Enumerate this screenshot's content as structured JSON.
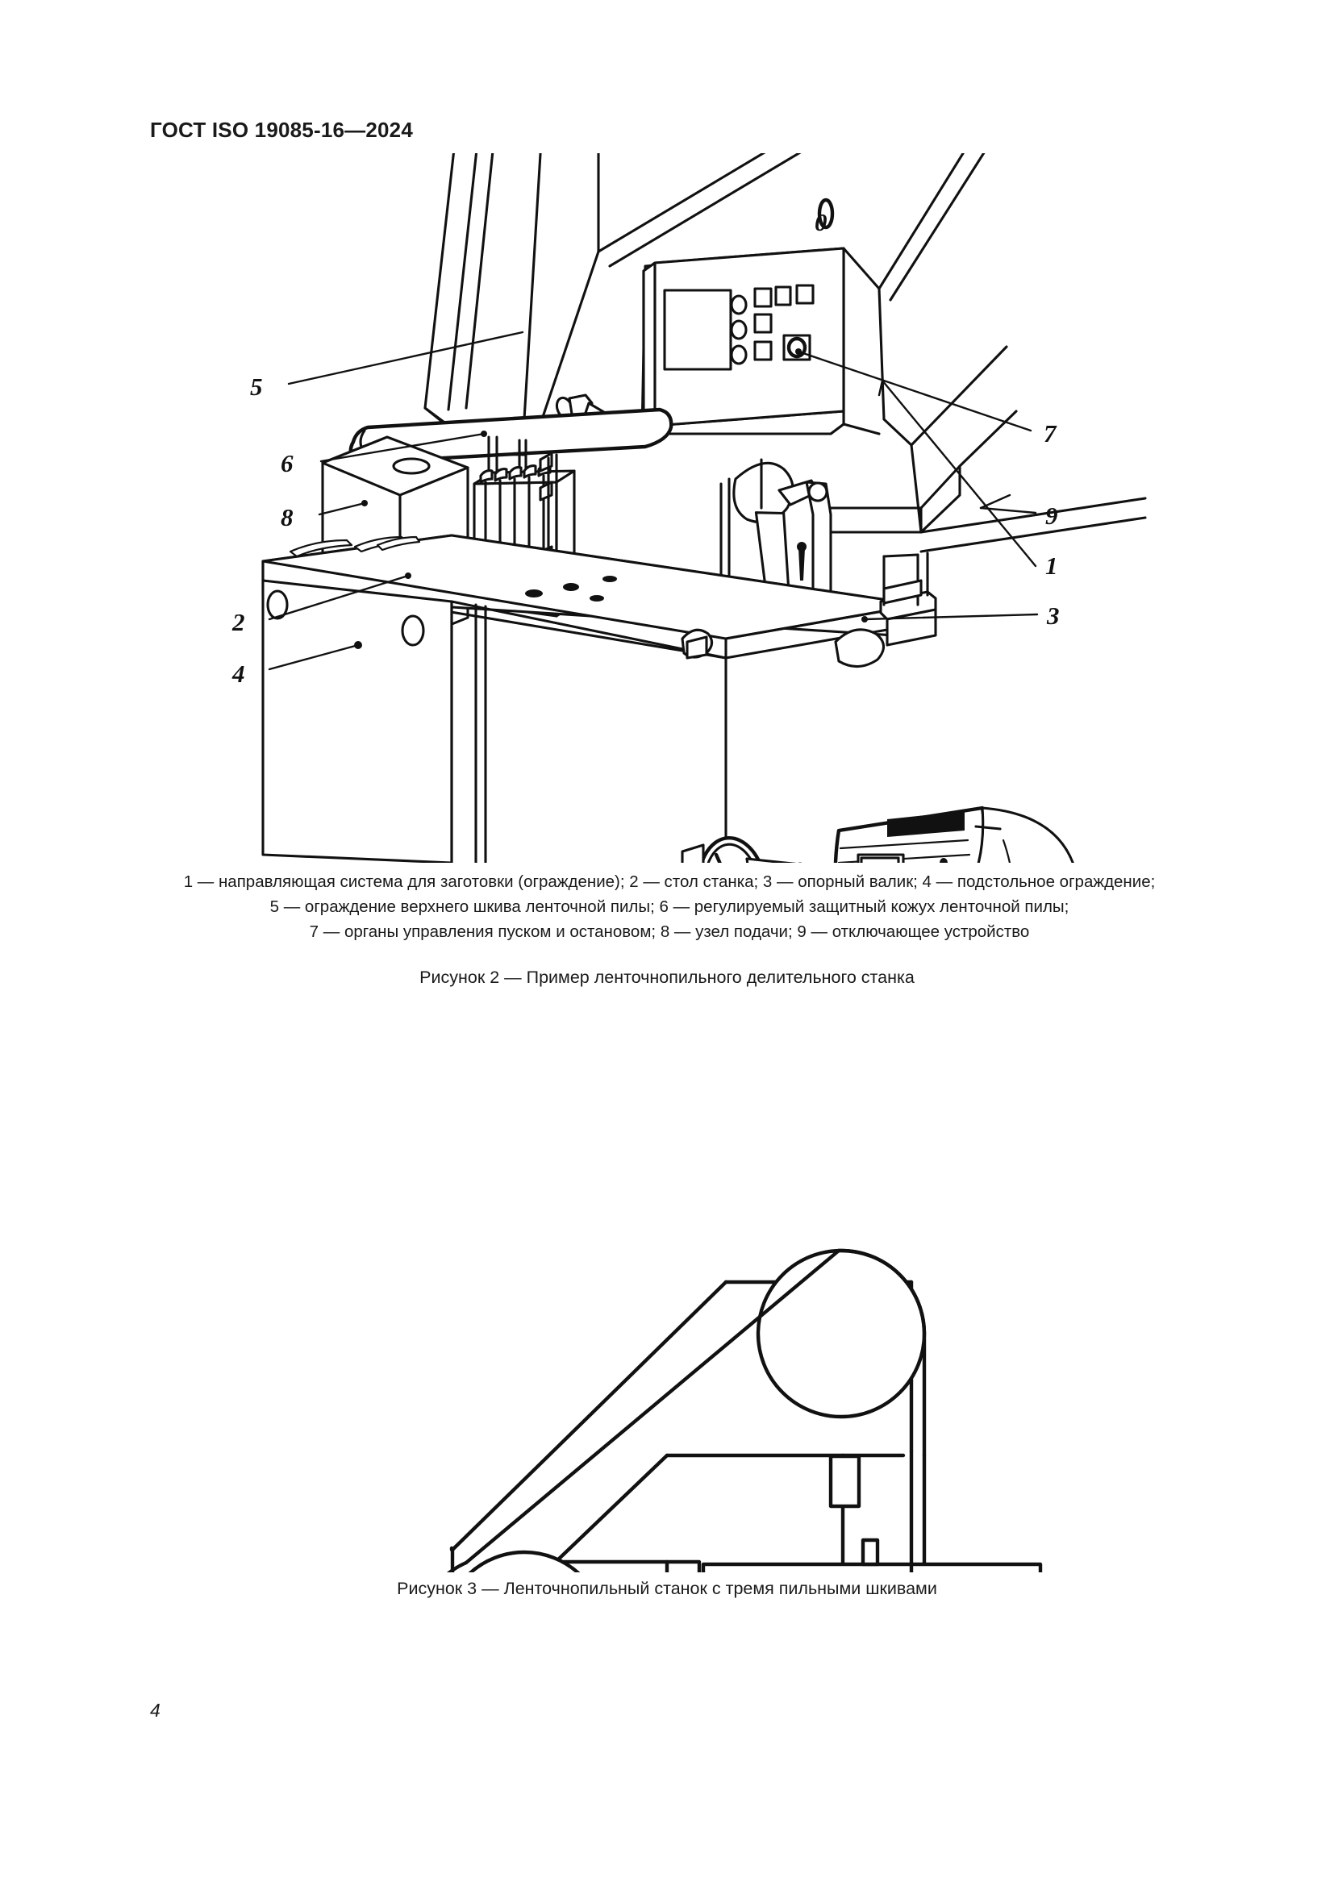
{
  "document": {
    "header": "ГОСТ ISO 19085-16—2024",
    "page_number": "4"
  },
  "figure2": {
    "legend_line1": "1 — направляющая система для заготовки (ограждение); 2 — стол станка; 3 — опорный валик; 4 — подстольное ограждение;",
    "legend_line2": "5 — ограждение верхнего шкива ленточной пилы; 6 — регулируемый защитный кожух ленточной пилы;",
    "legend_line3": "7 — органы управления пуском и остановом; 8 — узел подачи; 9 — отключающее устройство",
    "caption": "Рисунок 2 — Пример ленточнопильного делительного станка",
    "callouts": {
      "c5": "5",
      "c6": "6",
      "c8": "8",
      "c2": "2",
      "c4": "4",
      "c0": "0",
      "c7": "7",
      "c9": "9",
      "c1": "1",
      "c3": "3"
    }
  },
  "figure3": {
    "caption": "Рисунок 3 — Ленточнопильный станок с тремя пильными шкивами"
  }
}
